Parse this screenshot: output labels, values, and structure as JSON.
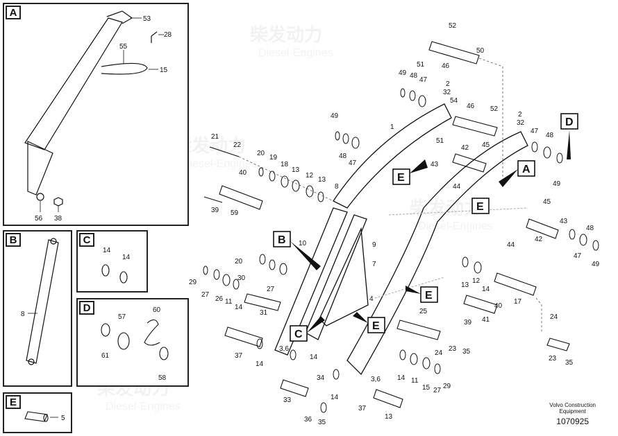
{
  "watermark": {
    "cn": "柴发动力",
    "en": "Diesel-Engines"
  },
  "panels": {
    "A": {
      "letter": "A",
      "labels": [
        "53",
        "28",
        "55",
        "15",
        "56",
        "38"
      ]
    },
    "B": {
      "letter": "B",
      "labels": [
        "8"
      ]
    },
    "C": {
      "letter": "C",
      "labels": [
        "14",
        "14"
      ]
    },
    "D": {
      "letter": "D",
      "labels": [
        "60",
        "57",
        "61",
        "58"
      ]
    },
    "E": {
      "letter": "E",
      "labels": [
        "5"
      ]
    }
  },
  "callouts": [
    "E",
    "A",
    "E",
    "D",
    "B",
    "E",
    "C",
    "E"
  ],
  "part_numbers": [
    "52",
    "50",
    "51",
    "46",
    "49",
    "48",
    "47",
    "2",
    "32",
    "54",
    "46",
    "52",
    "49",
    "48",
    "47",
    "1",
    "51",
    "42",
    "45",
    "43",
    "44",
    "2",
    "32",
    "47",
    "48",
    "49",
    "21",
    "22",
    "20",
    "19",
    "18",
    "13",
    "12",
    "13",
    "40",
    "8",
    "39",
    "59",
    "10",
    "9",
    "7",
    "4",
    "20",
    "30",
    "27",
    "31",
    "29",
    "27",
    "26",
    "11",
    "14",
    "37",
    "14",
    "3,6",
    "14",
    "25",
    "24",
    "23",
    "35",
    "17",
    "24",
    "13",
    "12",
    "14",
    "40",
    "39",
    "41",
    "45",
    "43",
    "42",
    "44",
    "48",
    "47",
    "49",
    "14",
    "11",
    "15",
    "27",
    "29",
    "3,6",
    "33",
    "34",
    "14",
    "36",
    "35",
    "37",
    "13",
    "23",
    "35"
  ],
  "footer": {
    "brand_line1": "Volvo Construction",
    "brand_line2": "Equipment",
    "doc_number": "1070925"
  }
}
